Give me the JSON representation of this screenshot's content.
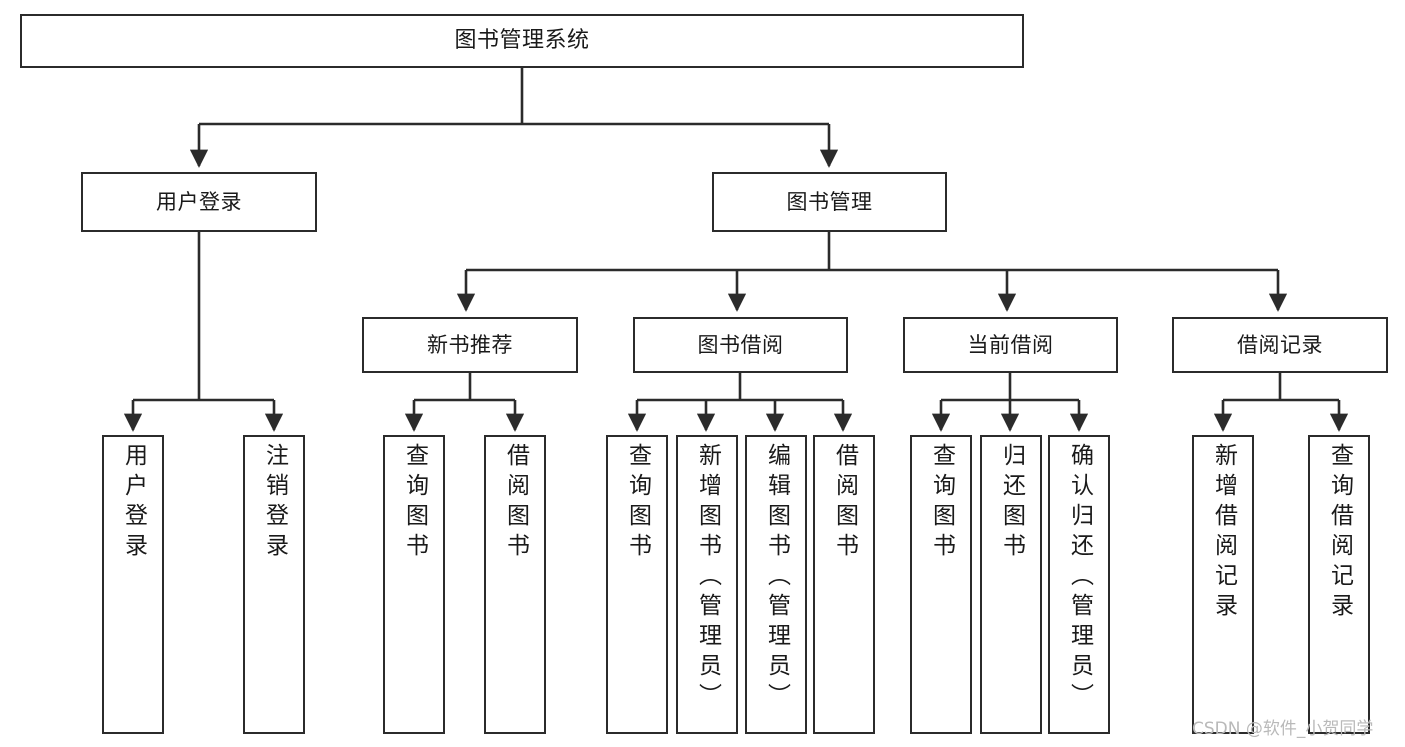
{
  "diagram": {
    "title": "图书管理系统",
    "type": "tree",
    "orientation": "top-down",
    "colors": {
      "box_border": "#2b2b2b",
      "box_fill": "#ffffff",
      "edge": "#2b2b2b",
      "text": "#1a1a1a",
      "background": "#ffffff",
      "watermark": "#b9b9b9"
    }
  },
  "nodes": {
    "root": {
      "label": "图书管理系统"
    },
    "level2": [
      {
        "id": "user-login",
        "label": "用户登录"
      },
      {
        "id": "book-manage",
        "label": "图书管理"
      }
    ],
    "level3": [
      {
        "id": "new-book-recommend",
        "label": "新书推荐"
      },
      {
        "id": "book-borrow",
        "label": "图书借阅"
      },
      {
        "id": "current-borrow",
        "label": "当前借阅"
      },
      {
        "id": "borrow-record",
        "label": "借阅记录"
      }
    ],
    "leaves": {
      "user-login": [
        {
          "id": "leaf-user-login",
          "label": "用户登录"
        },
        {
          "id": "leaf-logout-login",
          "label": "注销登录"
        }
      ],
      "new-book-recommend": [
        {
          "id": "leaf-query-book-1",
          "label": "查询图书"
        },
        {
          "id": "leaf-borrow-book-1",
          "label": "借阅图书"
        }
      ],
      "book-borrow": [
        {
          "id": "leaf-query-book-2",
          "label": "查询图书"
        },
        {
          "id": "leaf-add-book",
          "label": "新增图书（管理员）"
        },
        {
          "id": "leaf-edit-book",
          "label": "编辑图书（管理员）"
        },
        {
          "id": "leaf-borrow-book-2",
          "label": "借阅图书"
        }
      ],
      "current-borrow": [
        {
          "id": "leaf-query-book-3",
          "label": "查询图书"
        },
        {
          "id": "leaf-return-book",
          "label": "归还图书"
        },
        {
          "id": "leaf-confirm-return",
          "label": "确认归还（管理员）"
        }
      ],
      "borrow-record": [
        {
          "id": "leaf-add-record",
          "label": "新增借阅记录"
        },
        {
          "id": "leaf-query-record",
          "label": "查询借阅记录"
        }
      ]
    }
  },
  "watermark": {
    "text": "CSDN @软件_小贺同学"
  }
}
